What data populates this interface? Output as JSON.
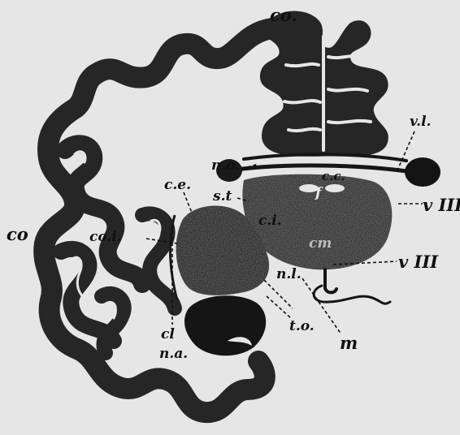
{
  "labels": {
    "co_top": "co.",
    "vl": "v.l.",
    "no": "n.o.",
    "cc": "c.c.",
    "ce": "c.e.",
    "st": "s.t",
    "f": "f",
    "ci": "c.i.",
    "vIII_upper": "v III",
    "cm": "cm",
    "co_left": "co",
    "co_i": "co.i.",
    "nl": "n.l.",
    "vIII_lower": "v III",
    "cl": "cl",
    "to": "t.o.",
    "m": "m",
    "na": "n.a."
  },
  "colors": {
    "background": "#e6e6e6",
    "cortex": "#262626",
    "nucleus": "#121212",
    "thalamus": "#1c1c1c",
    "white_matter": "#e6e6e6"
  }
}
